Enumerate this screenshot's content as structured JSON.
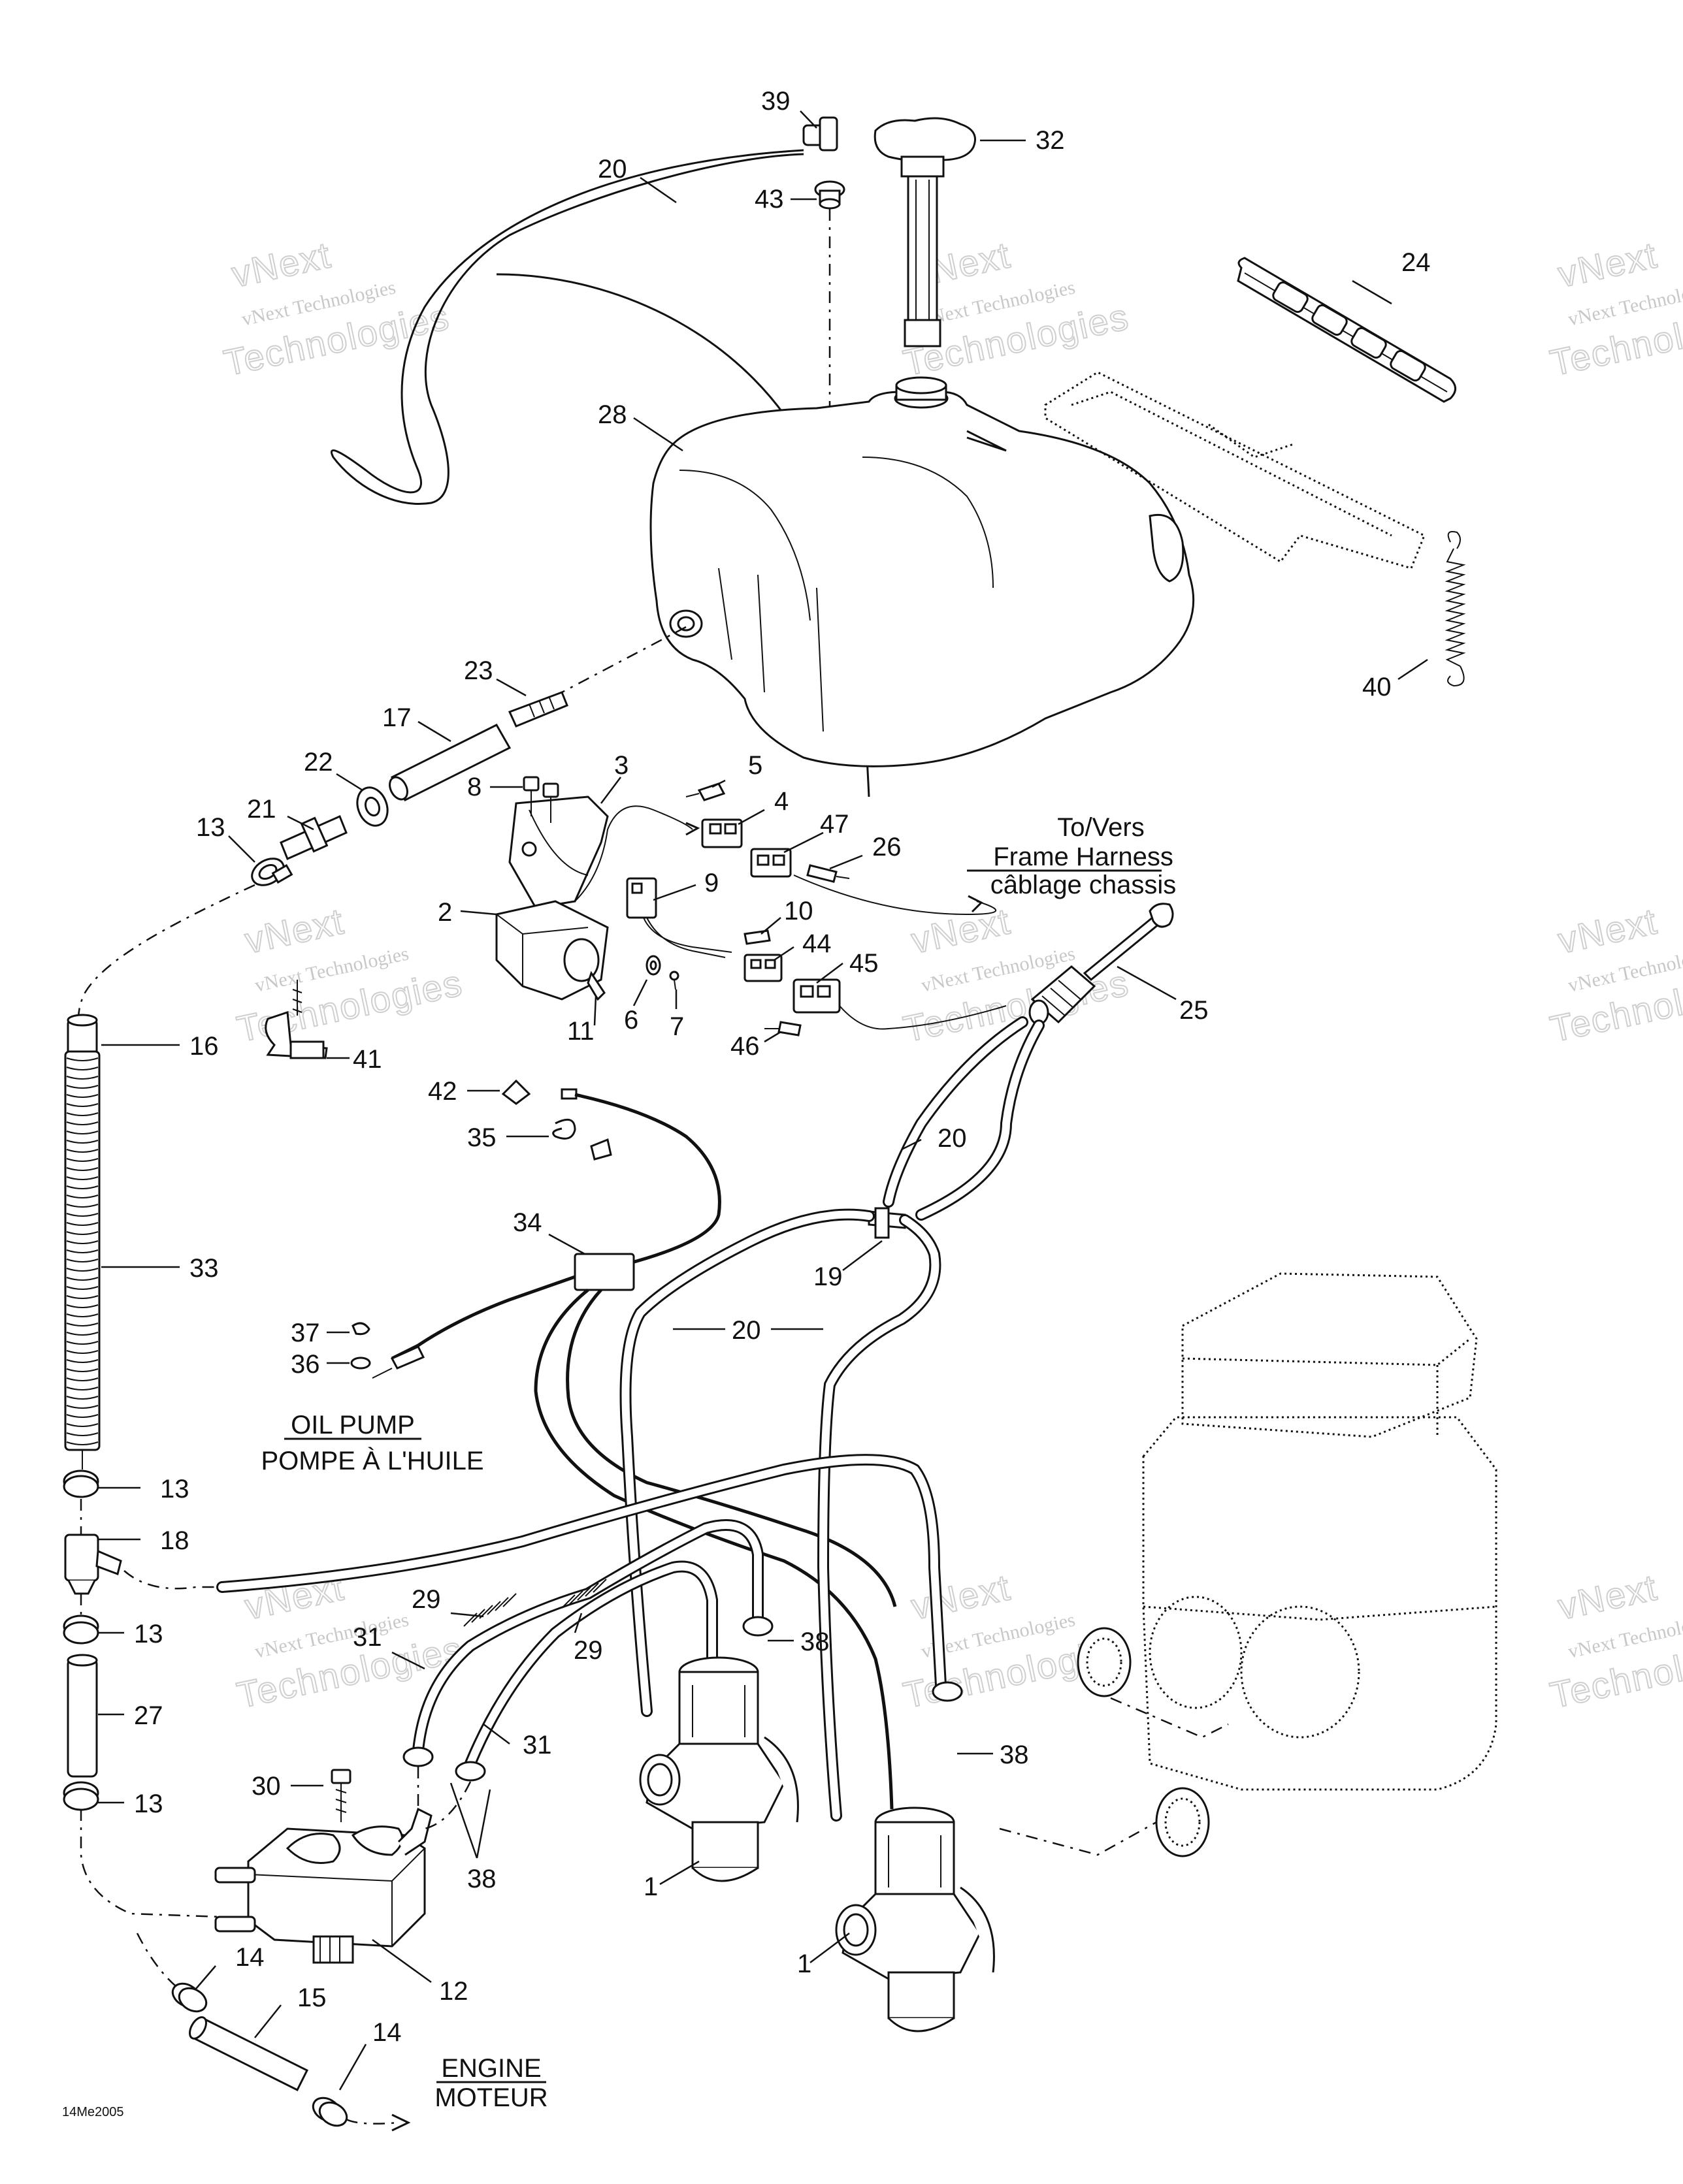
{
  "diagram": {
    "callouts": [
      {
        "id": "39",
        "text": "39"
      },
      {
        "id": "32",
        "text": "32"
      },
      {
        "id": "20a",
        "text": "20"
      },
      {
        "id": "43",
        "text": "43"
      },
      {
        "id": "24",
        "text": "24"
      },
      {
        "id": "28",
        "text": "28"
      },
      {
        "id": "40",
        "text": "40"
      },
      {
        "id": "23",
        "text": "23"
      },
      {
        "id": "17",
        "text": "17"
      },
      {
        "id": "3",
        "text": "3"
      },
      {
        "id": "5",
        "text": "5"
      },
      {
        "id": "22",
        "text": "22"
      },
      {
        "id": "8",
        "text": "8"
      },
      {
        "id": "4",
        "text": "4"
      },
      {
        "id": "47",
        "text": "47"
      },
      {
        "id": "26",
        "text": "26"
      },
      {
        "id": "21",
        "text": "21"
      },
      {
        "id": "13a",
        "text": "13"
      },
      {
        "id": "9",
        "text": "9"
      },
      {
        "id": "2",
        "text": "2"
      },
      {
        "id": "10",
        "text": "10"
      },
      {
        "id": "44",
        "text": "44"
      },
      {
        "id": "45",
        "text": "45"
      },
      {
        "id": "25",
        "text": "25"
      },
      {
        "id": "6",
        "text": "6"
      },
      {
        "id": "7",
        "text": "7"
      },
      {
        "id": "11",
        "text": "11"
      },
      {
        "id": "46",
        "text": "46"
      },
      {
        "id": "16",
        "text": "16"
      },
      {
        "id": "41",
        "text": "41"
      },
      {
        "id": "42",
        "text": "42"
      },
      {
        "id": "35",
        "text": "35"
      },
      {
        "id": "20b",
        "text": "20"
      },
      {
        "id": "34",
        "text": "34"
      },
      {
        "id": "19",
        "text": "19"
      },
      {
        "id": "33",
        "text": "33"
      },
      {
        "id": "20c",
        "text": "20"
      },
      {
        "id": "37",
        "text": "37"
      },
      {
        "id": "36",
        "text": "36"
      },
      {
        "id": "13b",
        "text": "13"
      },
      {
        "id": "18",
        "text": "18"
      },
      {
        "id": "29a",
        "text": "29"
      },
      {
        "id": "13c",
        "text": "13"
      },
      {
        "id": "31a",
        "text": "31"
      },
      {
        "id": "38a",
        "text": "38"
      },
      {
        "id": "29b",
        "text": "29"
      },
      {
        "id": "27",
        "text": "27"
      },
      {
        "id": "31b",
        "text": "31"
      },
      {
        "id": "38b",
        "text": "38"
      },
      {
        "id": "30",
        "text": "30"
      },
      {
        "id": "13d",
        "text": "13"
      },
      {
        "id": "38c",
        "text": "38"
      },
      {
        "id": "1a",
        "text": "1"
      },
      {
        "id": "1b",
        "text": "1"
      },
      {
        "id": "12",
        "text": "12"
      },
      {
        "id": "14a",
        "text": "14"
      },
      {
        "id": "15",
        "text": "15"
      },
      {
        "id": "14b",
        "text": "14"
      }
    ],
    "captions": {
      "frame_line1": "To/Vers",
      "frame_line2": "Frame Harness",
      "frame_line3": "câblage chassis",
      "oil_line1": "OIL PUMP",
      "oil_line2": "POMPE À L'HUILE",
      "engine_line1": "ENGINE",
      "engine_line2": "MOTEUR"
    },
    "drawing_code": "14Me2005",
    "watermark": {
      "brand": "vNext",
      "line": "vNext Technologies",
      "big": "Technologies"
    }
  }
}
